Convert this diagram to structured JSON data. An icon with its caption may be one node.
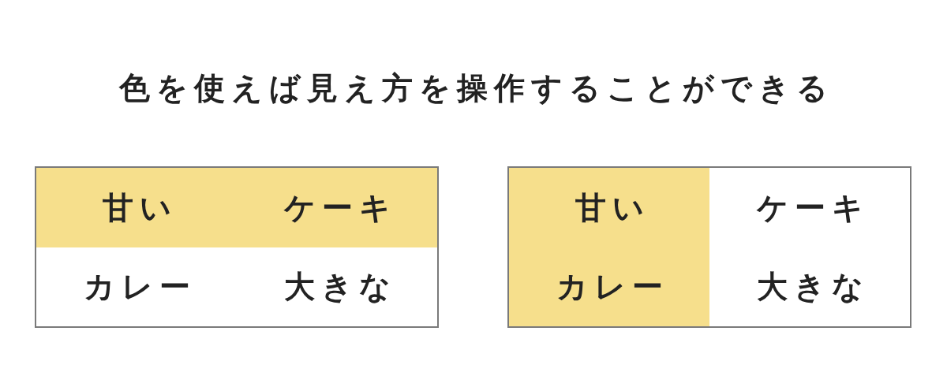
{
  "diagram": {
    "title": "色を使えば見え方を操作することができる",
    "nodes": [
      {
        "text": [],
        "shape": "box"
      },
      {
        "text": [
          "甘い"
        ],
        "in": 0
      },
      {
        "text": [
          "ケーキ"
        ],
        "in": 0
      },
      {
        "text": [
          "カレー"
        ],
        "in": 0
      },
      {
        "text": [
          "大きな"
        ],
        "in": 0
      },
      {
        "text": [],
        "shape": "box"
      },
      {
        "text": [
          "甘い"
        ],
        "in": 5
      },
      {
        "text": [
          "ケーキ"
        ],
        "in": 5
      },
      {
        "text": [
          "カレー"
        ],
        "in": 5
      },
      {
        "text": [
          "大きな"
        ],
        "in": 5
      }
    ]
  }
}
